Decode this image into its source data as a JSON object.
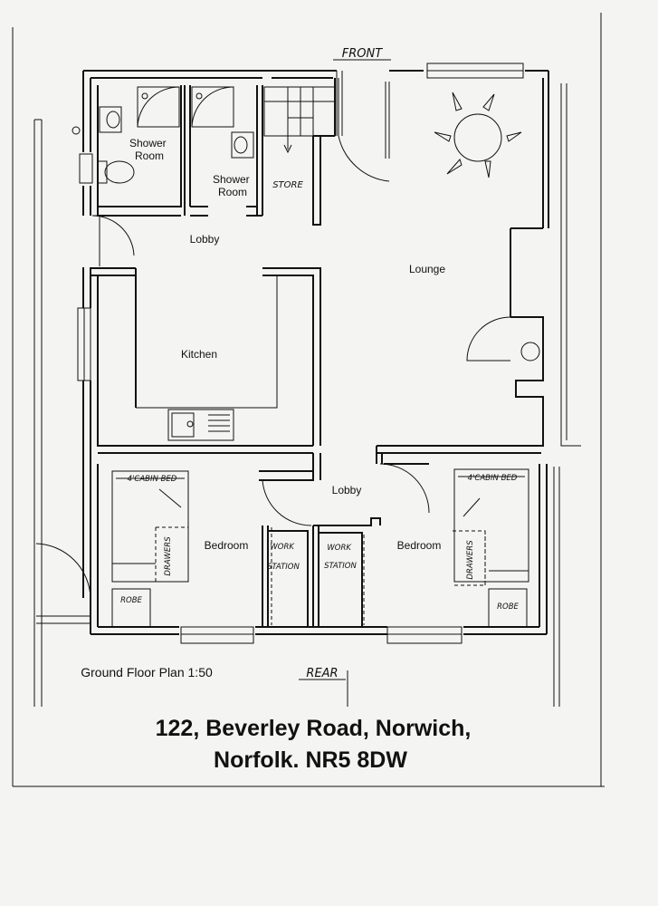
{
  "labels": {
    "front": "FRONT",
    "rear": "REAR",
    "shower_room_1": "Shower Room",
    "shower_room_2": "Shower Room",
    "store": "STORE",
    "lobby_upper": "Lobby",
    "lounge": "Lounge",
    "kitchen": "Kitchen",
    "lobby_lower": "Lobby",
    "bedroom_left": "Bedroom",
    "bedroom_right": "Bedroom",
    "cabin_bed_left": "4'CABIN BED",
    "cabin_bed_right": "4'CABIN BED",
    "drawers_left": "DRAWERS",
    "drawers_right": "DRAWERS",
    "work_station_left": "WORK STATION",
    "work_station_right": "WORK STATION",
    "robe_left": "ROBE",
    "robe_right": "ROBE"
  },
  "caption": {
    "scale": "Ground Floor Plan 1:50",
    "address_line1": "122, Beverley Road, Norwich,",
    "address_line2": "Norfolk. NR5 8DW"
  }
}
